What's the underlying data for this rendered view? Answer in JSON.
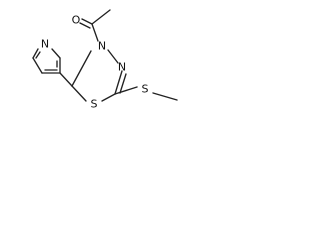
{
  "structure": {
    "atoms": {
      "carbonyl_oxygen": "O",
      "ring_nitrogen_acyl": "N",
      "ring_nitrogen_imine": "N",
      "ring_sulfur": "S",
      "thioether_sulfur": "S",
      "pyridine_nitrogen": "N"
    }
  }
}
